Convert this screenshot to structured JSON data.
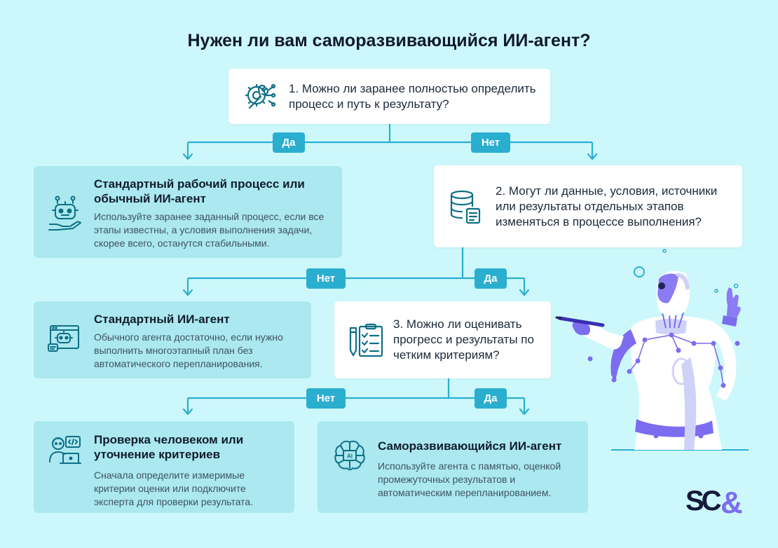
{
  "title": "Нужен ли вам саморазвивающийся ИИ-агент?",
  "questions": [
    {
      "text": "1. Можно ли заранее полностью определить процесс и путь к результату?",
      "icon": "gear-network-icon"
    },
    {
      "text": "2. Могут ли данные, условия, источники или результаты отдельных этапов изменяться в процессе выполнения?",
      "icon": "database-document-icon"
    },
    {
      "text": "3. Можно ли оценивать прогресс и результаты по четким критериям?",
      "icon": "checklist-icon"
    }
  ],
  "results": [
    {
      "title": "Стандартный рабочий процесс или обычный ИИ-агент",
      "desc": "Используйте заранее заданный процесс, если все этапы известны, а условия выполнения задачи, скорее всего, останутся стабильными.",
      "icon": "robot-hand-icon"
    },
    {
      "title": "Стандартный ИИ-агент",
      "desc": "Обычного агента достаточно, если нужно выполнить многоэтапный план без автоматического перепланирования.",
      "icon": "robot-screen-icon"
    },
    {
      "title": "Проверка человеком или уточнение критериев",
      "desc": "Сначала определите измеримые критерии оценки или подключите эксперта для проверки результата.",
      "icon": "person-laptop-icon"
    },
    {
      "title": "Саморазвивающийся ИИ-агент",
      "desc": "Используйте агента с памятью, оценкой промежуточных результатов и автоматическим перепланированием.",
      "icon": "ai-brain-icon"
    }
  ],
  "labels": {
    "yes": "Да",
    "no": "Нет"
  },
  "logo": "SC&",
  "colors": {
    "background": "#cdf8fb",
    "result_box": "#abe8ef",
    "pill": "#2aaed0",
    "line": "#2aaed0",
    "robot_accent": "#7c6cf0",
    "logo": "#141a3c"
  }
}
